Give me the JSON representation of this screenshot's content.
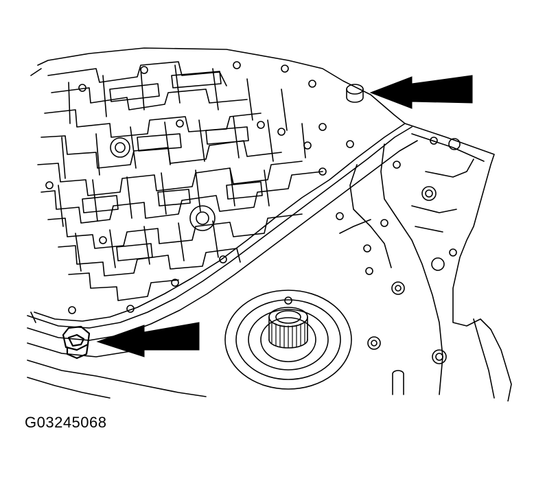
{
  "figure": {
    "code": "G03245068",
    "colors": {
      "ink": "#000000",
      "paper": "#ffffff"
    },
    "parts": [
      "valve-body",
      "transmission-case",
      "output-gear",
      "bolt"
    ],
    "markers": [
      {
        "name": "arrow-upper-right",
        "points_to": "valve-body-bolt-upper"
      },
      {
        "name": "arrow-lower-left",
        "points_to": "valve-body-bolt-lower"
      }
    ]
  }
}
